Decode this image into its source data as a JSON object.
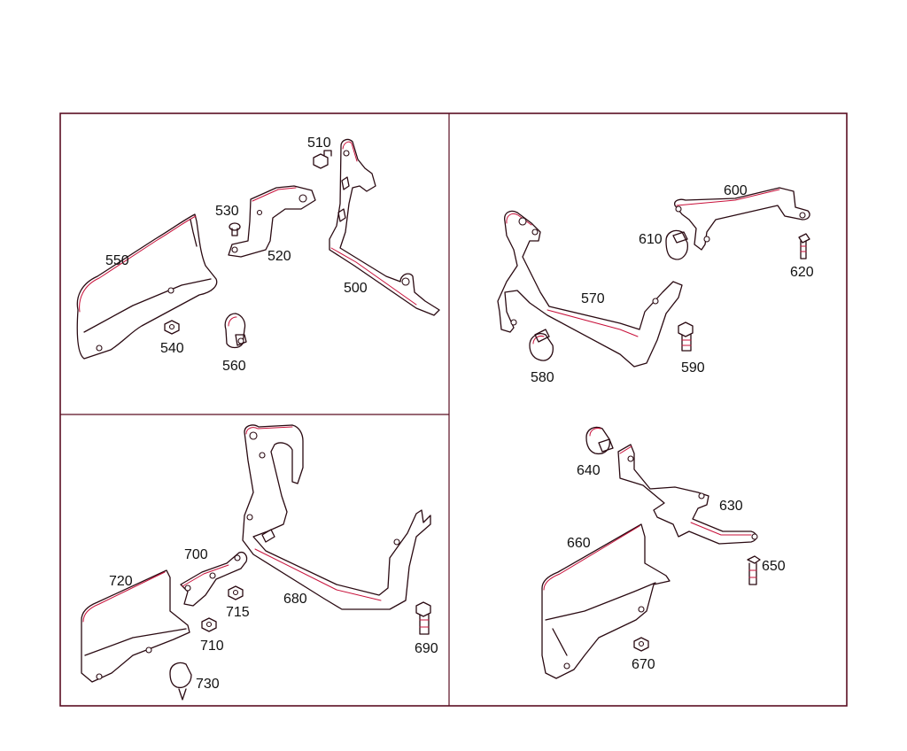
{
  "diagram": {
    "colors": {
      "outline": "#2a0a12",
      "highlight": "#c8103a",
      "frame": "#5a0e22",
      "background": "#ffffff"
    },
    "panels": [
      {
        "callouts": [
          "510",
          "530",
          "520",
          "550",
          "500",
          "540",
          "560"
        ]
      },
      {
        "callouts": [
          "600",
          "610",
          "620",
          "570",
          "580",
          "590"
        ]
      },
      {
        "callouts": [
          "700",
          "720",
          "715",
          "680",
          "710",
          "690",
          "730"
        ]
      },
      {
        "callouts": [
          "640",
          "630",
          "660",
          "650",
          "670"
        ]
      }
    ]
  }
}
